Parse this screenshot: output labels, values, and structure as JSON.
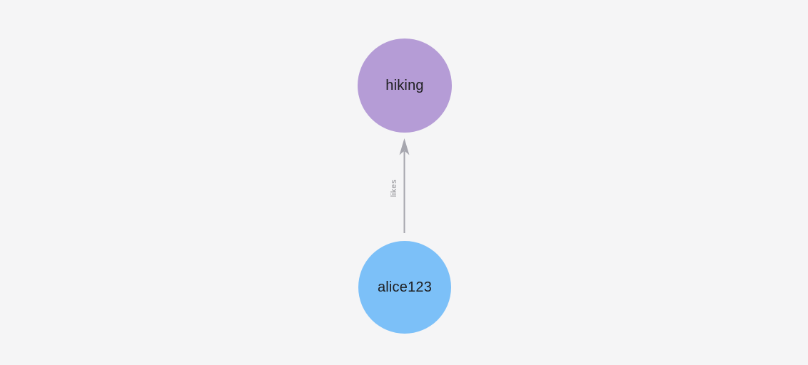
{
  "page": {
    "background_color": "#f5f5f6"
  },
  "graph": {
    "nodes": [
      {
        "id": "hiking",
        "label": "hiking",
        "color": "#b59cd6",
        "text_color": "#1e1e20"
      },
      {
        "id": "alice123",
        "label": "alice123",
        "color": "#7cc0f8",
        "text_color": "#1e1e20"
      }
    ],
    "edges": [
      {
        "from": "alice123",
        "to": "hiking",
        "label": "likes",
        "line_color": "#a6a6ae",
        "label_color": "#8d8d92"
      }
    ]
  }
}
